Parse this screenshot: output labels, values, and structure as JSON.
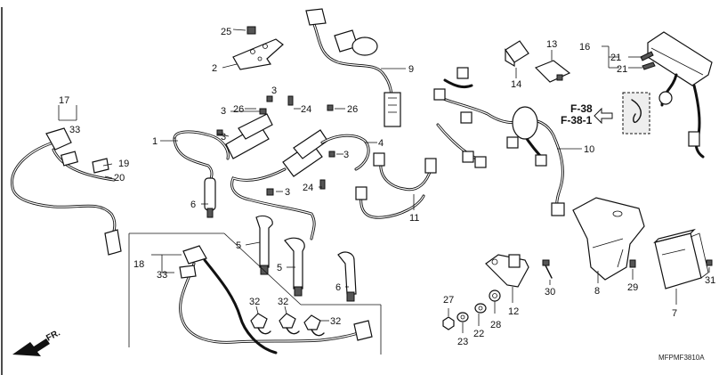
{
  "callouts": {
    "n1": "1",
    "n2": "2",
    "n3a": "3",
    "n3b": "3",
    "n3c": "3",
    "n3d": "3",
    "n4": "4",
    "n5a": "5",
    "n5b": "5",
    "n6a": "6",
    "n6b": "6",
    "n7": "7",
    "n8": "8",
    "n9": "9",
    "n10": "10",
    "n11": "11",
    "n12": "12",
    "n13": "13",
    "n14": "14",
    "n16": "16",
    "n17": "17",
    "n18": "18",
    "n19": "19",
    "n20": "20",
    "n21a": "21",
    "n21b": "21",
    "n22": "22",
    "n23": "23",
    "n24a": "24",
    "n24b": "24",
    "n25": "25",
    "n26a": "26",
    "n26b": "26",
    "n27": "27",
    "n28": "28",
    "n29": "29",
    "n30": "30",
    "n31": "31",
    "n32a": "32",
    "n32b": "32",
    "n32c": "32",
    "n33a": "33",
    "n33b": "33"
  },
  "references": {
    "ref1": "F-38",
    "ref2": "F-38-1"
  },
  "orientation": "FR.",
  "diagram_code": "MFPMF3810A"
}
